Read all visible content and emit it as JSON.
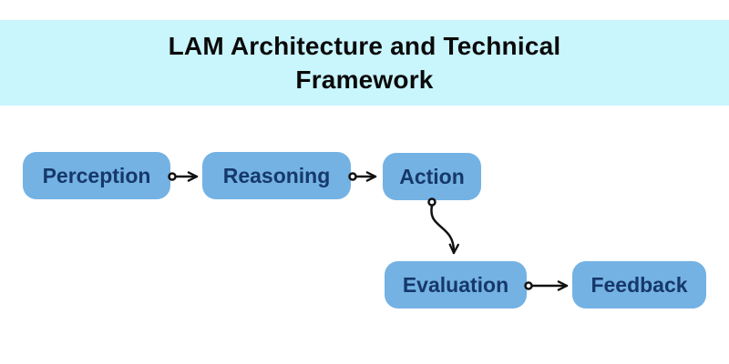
{
  "header": {
    "title": "LAM Architecture and Technical Framework"
  },
  "diagram": {
    "type": "flowchart",
    "nodes": [
      {
        "id": "perception",
        "label": "Perception"
      },
      {
        "id": "reasoning",
        "label": "Reasoning"
      },
      {
        "id": "action",
        "label": "Action"
      },
      {
        "id": "evaluation",
        "label": "Evaluation"
      },
      {
        "id": "feedback",
        "label": "Feedback"
      }
    ],
    "edges": [
      {
        "from": "Perception",
        "to": "Reasoning",
        "style": "straight, open-circle source, chevron arrowhead"
      },
      {
        "from": "Reasoning",
        "to": "Action",
        "style": "straight, open-circle source, chevron arrowhead"
      },
      {
        "from": "Action",
        "to": "Evaluation",
        "style": "s-curve down, open-circle source, chevron arrowhead"
      },
      {
        "from": "Evaluation",
        "to": "Feedback",
        "style": "straight, open-circle source, chevron arrowhead"
      }
    ]
  },
  "colors": {
    "header_bg": "#c9f5fc",
    "node_bg": "#74b2e4",
    "node_text": "#16386b",
    "title_text": "#0a0a0a",
    "arrow": "#111111",
    "canvas_bg": "#ffffff"
  }
}
